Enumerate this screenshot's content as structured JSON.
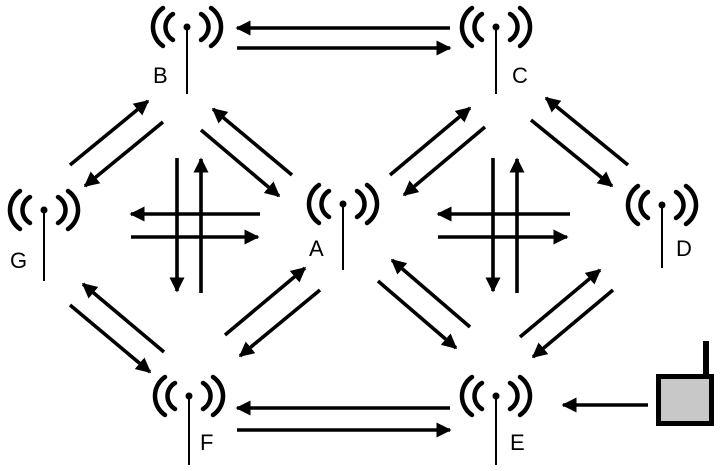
{
  "nodes": [
    {
      "id": "A",
      "label": "A"
    },
    {
      "id": "B",
      "label": "B"
    },
    {
      "id": "C",
      "label": "C"
    },
    {
      "id": "D",
      "label": "D"
    },
    {
      "id": "E",
      "label": "E"
    },
    {
      "id": "F",
      "label": "F"
    },
    {
      "id": "G",
      "label": "G"
    }
  ],
  "links": [
    {
      "from": "B",
      "to": "C",
      "direction": "bidirectional"
    },
    {
      "from": "B",
      "to": "G",
      "direction": "bidirectional"
    },
    {
      "from": "B",
      "to": "A",
      "direction": "bidirectional"
    },
    {
      "from": "C",
      "to": "A",
      "direction": "bidirectional"
    },
    {
      "from": "C",
      "to": "D",
      "direction": "bidirectional"
    },
    {
      "from": "G",
      "to": "F",
      "direction": "bidirectional"
    },
    {
      "from": "A",
      "to": "F",
      "direction": "bidirectional"
    },
    {
      "from": "A",
      "to": "E",
      "direction": "bidirectional"
    },
    {
      "from": "D",
      "to": "E",
      "direction": "bidirectional"
    },
    {
      "from": "F",
      "to": "E",
      "direction": "bidirectional"
    }
  ],
  "device": {
    "name": "mobile-device",
    "connects_to": "E",
    "fill_color": "#c8c8c8"
  },
  "cross_arrow_groups": 2
}
